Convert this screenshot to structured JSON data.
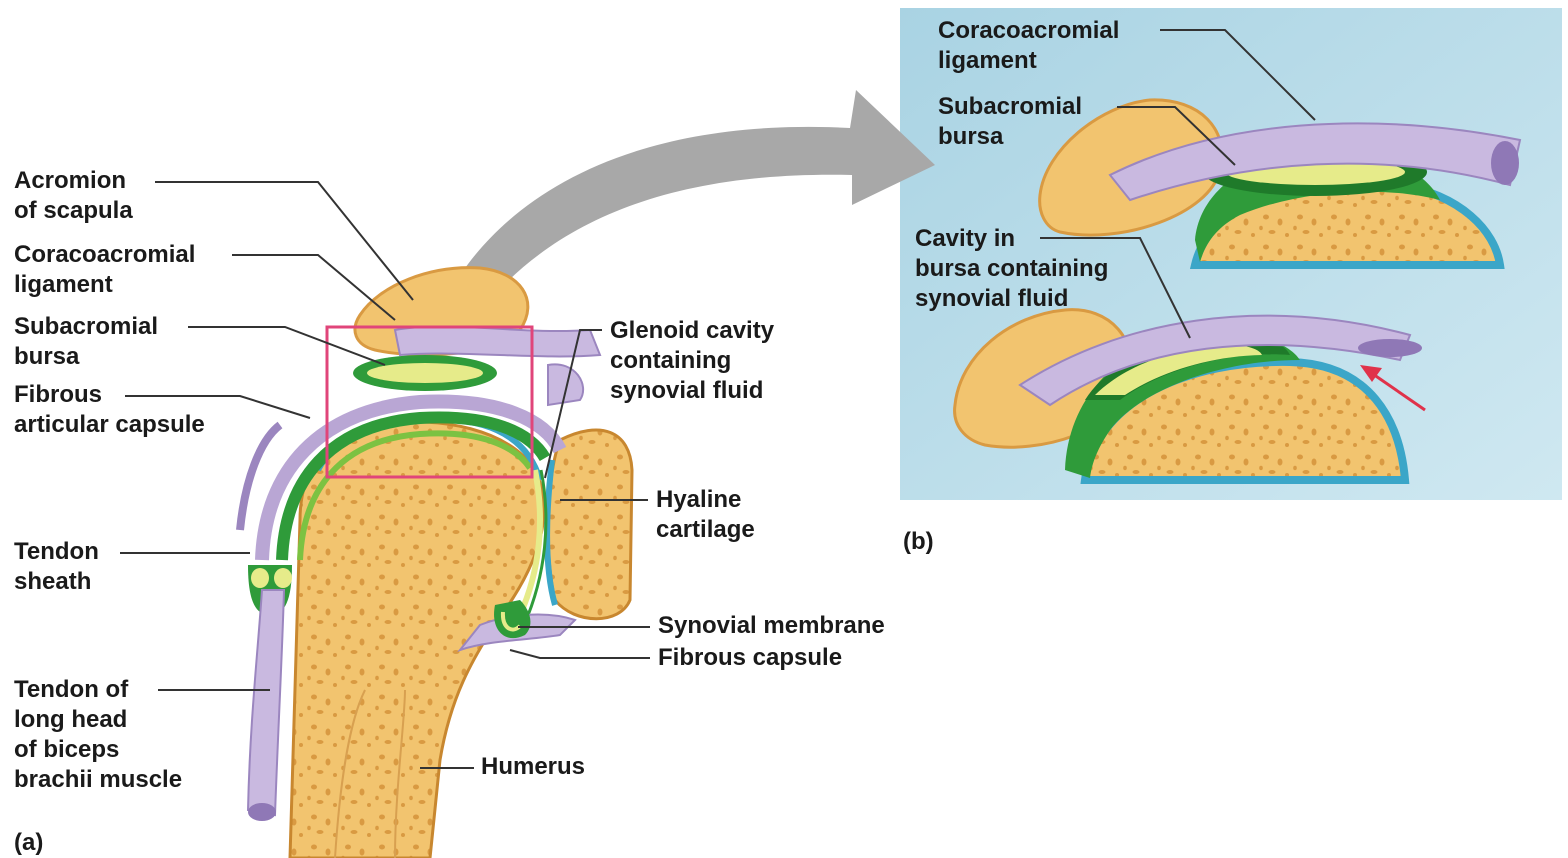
{
  "panel_a": {
    "letter": "(a)",
    "labels": {
      "acromion": [
        "Acromion",
        "of scapula"
      ],
      "coracoacromial": [
        "Coracoacromial",
        "ligament"
      ],
      "subacromial": [
        "Subacromial",
        "bursa"
      ],
      "fibrous_articular": [
        "Fibrous",
        "articular capsule"
      ],
      "tendon_sheath": [
        "Tendon",
        "sheath"
      ],
      "tendon_long_head": [
        "Tendon of",
        "long head",
        "of biceps",
        "brachii muscle"
      ],
      "glenoid": [
        "Glenoid cavity",
        "containing",
        "synovial fluid"
      ],
      "hyaline": [
        "Hyaline",
        "cartilage"
      ],
      "synovial_membrane": [
        "Synovial membrane"
      ],
      "fibrous_capsule": [
        "Fibrous capsule"
      ],
      "humerus": [
        "Humerus"
      ]
    }
  },
  "panel_b": {
    "letter": "(b)",
    "labels": {
      "coracoacromial": [
        "Coracoacromial",
        "ligament"
      ],
      "subacromial": [
        "Subacromial",
        "bursa"
      ],
      "cavity": [
        "Cavity in",
        "bursa containing",
        "synovial fluid"
      ]
    }
  },
  "colors": {
    "bone": "#f2c46f",
    "bone_dark": "#d99a42",
    "ligament": "#b9a6d4",
    "bursa_green": "#2f9b3a",
    "bursa_fluid": "#e6eb8a",
    "cartilage_blue": "#3ba6c8",
    "panel_bg": "#bfe0ec",
    "highlight_box": "#e0457a",
    "arrow_gray": "#a8a8a8",
    "pointer_red": "#e0324a"
  }
}
